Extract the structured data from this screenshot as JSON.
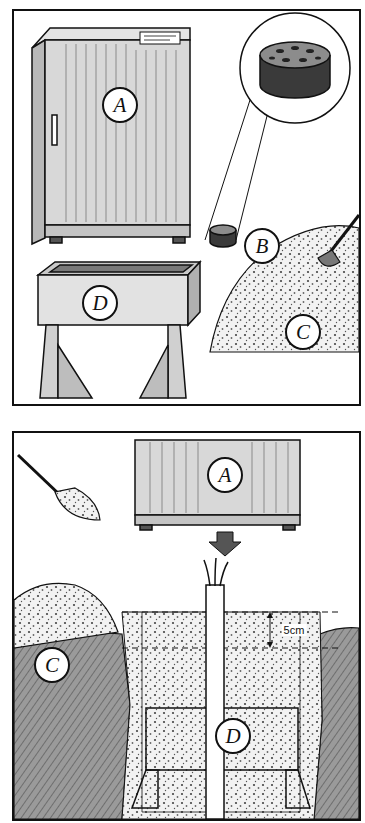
{
  "diagram": {
    "labels": [
      "A",
      "B",
      "D",
      "C",
      "A",
      "C",
      "5cm",
      "D"
    ]
  }
}
